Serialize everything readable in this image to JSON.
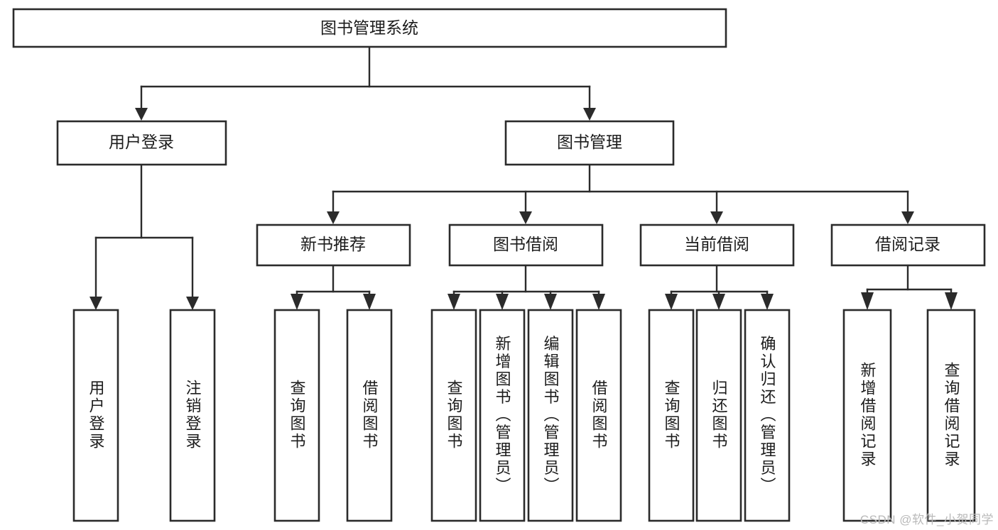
{
  "diagram": {
    "title": "图书管理系统",
    "type": "hierarchy-tree",
    "watermark": "CSDN @软件_小贺同学",
    "colors": {
      "stroke": "#2b2b2b",
      "fill": "#ffffff",
      "text": "#1c1c1c",
      "watermark": "#b9b9b9"
    },
    "levels": {
      "root": {
        "label": "图书管理系统",
        "orientation": "horizontal"
      },
      "level2": [
        {
          "label": "用户登录",
          "orientation": "horizontal"
        },
        {
          "label": "图书管理",
          "orientation": "horizontal"
        }
      ],
      "level3": [
        {
          "label": "新书推荐",
          "orientation": "horizontal"
        },
        {
          "label": "图书借阅",
          "orientation": "horizontal"
        },
        {
          "label": "当前借阅",
          "orientation": "horizontal"
        },
        {
          "label": "借阅记录",
          "orientation": "horizontal"
        }
      ],
      "leaves": {
        "user_login": [
          {
            "label": "用户登录",
            "orientation": "vertical"
          },
          {
            "label": "注销登录",
            "orientation": "vertical"
          }
        ],
        "new_book_recommend": [
          {
            "label": "查询图书",
            "orientation": "vertical"
          },
          {
            "label": "借阅图书",
            "orientation": "vertical"
          }
        ],
        "book_borrow": [
          {
            "label": "查询图书",
            "orientation": "vertical"
          },
          {
            "label": "新增图书（管理员）",
            "orientation": "vertical"
          },
          {
            "label": "编辑图书（管理员）",
            "orientation": "vertical"
          },
          {
            "label": "借阅图书",
            "orientation": "vertical"
          }
        ],
        "current_borrow": [
          {
            "label": "查询图书",
            "orientation": "vertical"
          },
          {
            "label": "归还图书",
            "orientation": "vertical"
          },
          {
            "label": "确认归还（管理员）",
            "orientation": "vertical"
          }
        ],
        "borrow_record": [
          {
            "label": "新增借阅记录",
            "orientation": "vertical"
          },
          {
            "label": "查询借阅记录",
            "orientation": "vertical"
          }
        ]
      }
    }
  }
}
